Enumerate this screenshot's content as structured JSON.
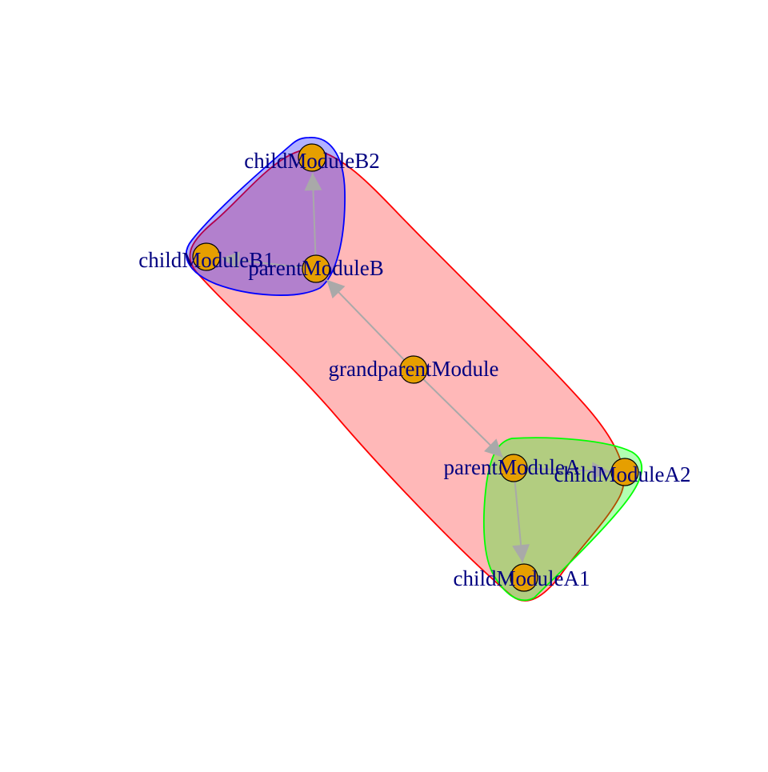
{
  "colors": {
    "background": "#ffffff",
    "node_fill": "#E69F00",
    "node_stroke": "#000000",
    "label": "#000080",
    "edge": "#A9A9A9"
  },
  "groups": [
    {
      "id": "group-red",
      "members": [
        "grandparentModule",
        "parentModuleA",
        "parentModuleB",
        "childModuleA1",
        "childModuleA2",
        "childModuleB1",
        "childModuleB2"
      ],
      "fill": "#FF000047",
      "stroke": "#FF0000"
    },
    {
      "id": "group-green",
      "members": [
        "parentModuleA",
        "childModuleA1",
        "childModuleA2"
      ],
      "fill": "#00FF004D",
      "stroke": "#00FF00"
    },
    {
      "id": "group-blue",
      "members": [
        "parentModuleB",
        "childModuleB1",
        "childModuleB2"
      ],
      "fill": "#0000FF4D",
      "stroke": "#0000FF"
    }
  ],
  "nodes": [
    {
      "id": "grandparentModule",
      "label": "grandparentModule"
    },
    {
      "id": "parentModuleB",
      "label": "parentModuleB"
    },
    {
      "id": "childModuleB1",
      "label": "childModuleB1"
    },
    {
      "id": "childModuleB2",
      "label": "childModuleB2"
    },
    {
      "id": "parentModuleA",
      "label": "parentModuleA"
    },
    {
      "id": "childModuleA1",
      "label": "childModuleA1"
    },
    {
      "id": "childModuleA2",
      "label": "childModuleA2"
    }
  ],
  "edges": [
    {
      "from": "grandparentModule",
      "to": "parentModuleB"
    },
    {
      "from": "grandparentModule",
      "to": "parentModuleA"
    },
    {
      "from": "parentModuleB",
      "to": "childModuleB1"
    },
    {
      "from": "parentModuleB",
      "to": "childModuleB2"
    },
    {
      "from": "parentModuleA",
      "to": "childModuleA1"
    },
    {
      "from": "parentModuleA",
      "to": "childModuleA2"
    }
  ]
}
